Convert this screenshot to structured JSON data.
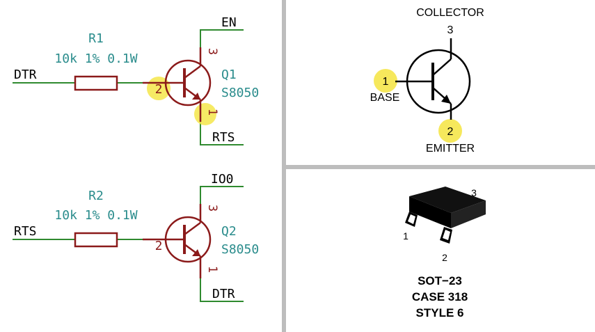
{
  "colors": {
    "wire": "#2f8a2f",
    "component": "#8b1a1a",
    "label_text": "#2a8c8c",
    "net_text": "#000000",
    "highlight": "#f5e64a",
    "divider": "#bdbdbd"
  },
  "schematic": {
    "upper": {
      "resistor": {
        "ref": "R1",
        "value": "10k 1% 0.1W"
      },
      "transistor": {
        "ref": "Q1",
        "part": "S8050"
      },
      "nets": {
        "input": "DTR",
        "collector": "EN",
        "emitter": "RTS"
      },
      "pins": {
        "base": "2",
        "collector": "3",
        "emitter": "1"
      }
    },
    "lower": {
      "resistor": {
        "ref": "R2",
        "value": "10k 1% 0.1W"
      },
      "transistor": {
        "ref": "Q2",
        "part": "S8050"
      },
      "nets": {
        "input": "RTS",
        "collector": "IO0",
        "emitter": "DTR"
      },
      "pins": {
        "base": "2",
        "collector": "3",
        "emitter": "1"
      }
    }
  },
  "pinout": {
    "collector_label": "COLLECTOR",
    "collector_pin": "3",
    "base_label": "BASE",
    "base_pin": "1",
    "emitter_label": "EMITTER",
    "emitter_pin": "2"
  },
  "package": {
    "pin_left": "1",
    "pin_bottom": "2",
    "pin_right": "3",
    "name": "SOT−23",
    "case": "CASE 318",
    "style": "STYLE 6"
  }
}
